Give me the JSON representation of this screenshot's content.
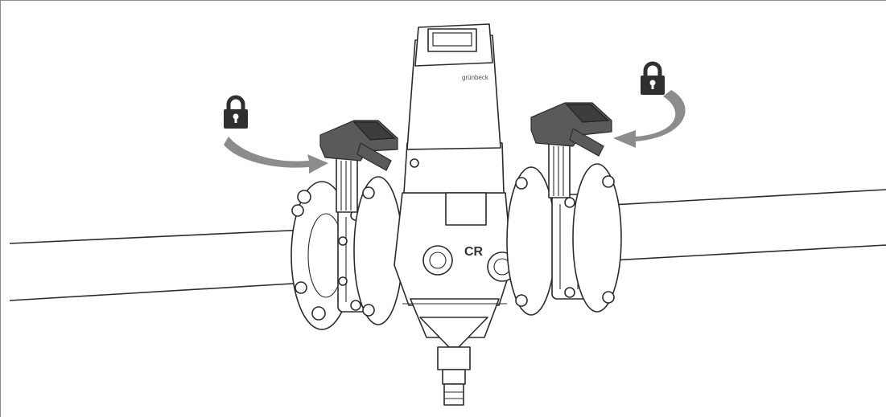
{
  "brand_label": "grünbeck",
  "symbol_label": "CR",
  "colors": {
    "outline": "#2b2b2b",
    "handle": "#5a5a5a",
    "arrow": "#8c8c8c",
    "lock": "#2f2f2f",
    "frame": "#8a8a8a"
  },
  "icons": [
    "lock-icon",
    "lock-icon",
    "rotation-arrow",
    "rotation-arrow"
  ]
}
